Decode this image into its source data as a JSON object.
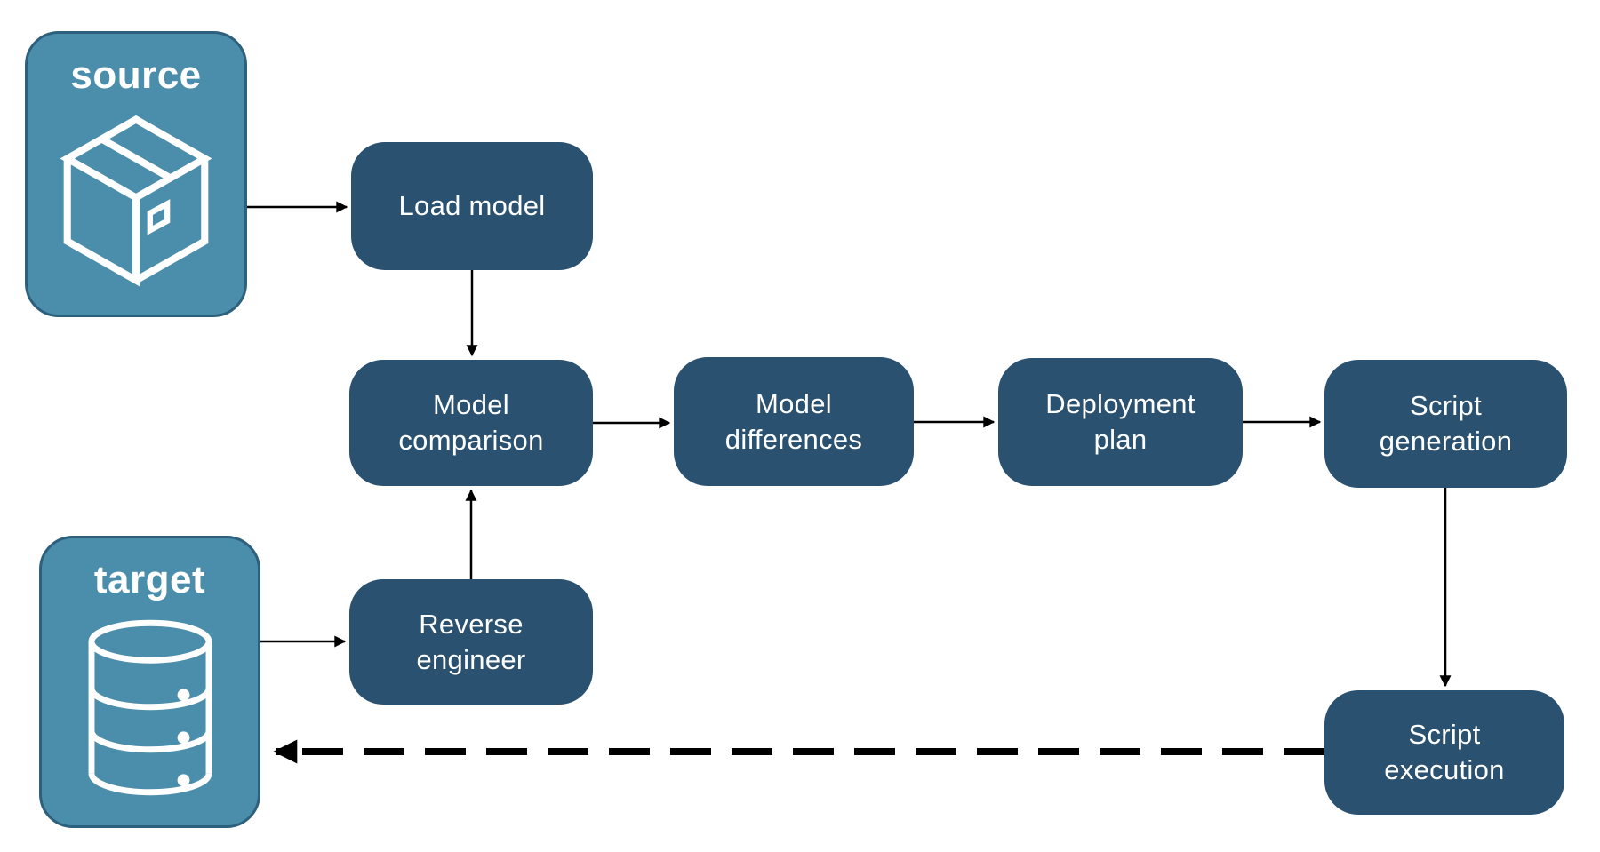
{
  "diagram": {
    "title": "model-driven database deployment flow",
    "colors": {
      "container_fill": "#4B8EAC",
      "container_border": "#2D607C",
      "process_fill": "#2A5170",
      "text": "#FFFFFF",
      "arrow": "#000000",
      "background": "#FFFFFF"
    },
    "nodes": {
      "source": {
        "label": "source",
        "icon": "package-icon",
        "type": "container"
      },
      "target": {
        "label": "target",
        "icon": "database-icon",
        "type": "container"
      },
      "load_model": {
        "label": "Load model",
        "type": "process"
      },
      "model_comparison": {
        "label": "Model\ncomparison",
        "type": "process"
      },
      "model_differences": {
        "label": "Model\ndifferences",
        "type": "process"
      },
      "deployment_plan": {
        "label": "Deployment\nplan",
        "type": "process"
      },
      "script_generation": {
        "label": "Script\ngeneration",
        "type": "process"
      },
      "reverse_engineer": {
        "label": "Reverse\nengineer",
        "type": "process"
      },
      "script_execution": {
        "label": "Script\nexecution",
        "type": "process"
      }
    },
    "edges": [
      {
        "from": "source",
        "to": "load_model",
        "style": "solid"
      },
      {
        "from": "load_model",
        "to": "model_comparison",
        "style": "solid"
      },
      {
        "from": "model_comparison",
        "to": "model_differences",
        "style": "solid"
      },
      {
        "from": "model_differences",
        "to": "deployment_plan",
        "style": "solid"
      },
      {
        "from": "deployment_plan",
        "to": "script_generation",
        "style": "solid"
      },
      {
        "from": "script_generation",
        "to": "script_execution",
        "style": "solid"
      },
      {
        "from": "target",
        "to": "reverse_engineer",
        "style": "solid"
      },
      {
        "from": "reverse_engineer",
        "to": "model_comparison",
        "style": "solid"
      },
      {
        "from": "script_execution",
        "to": "target",
        "style": "dashed"
      }
    ]
  }
}
